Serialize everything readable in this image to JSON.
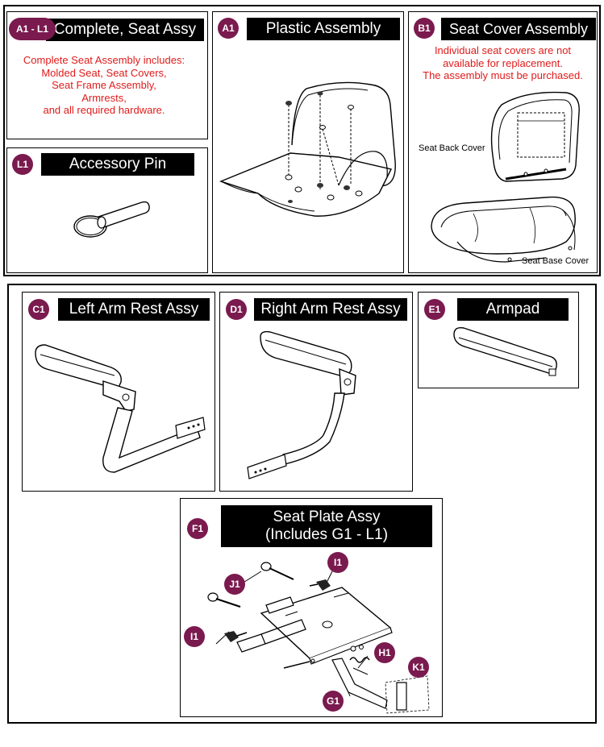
{
  "panels": {
    "complete": {
      "badge": "A1 - L1",
      "title": "Complete, Seat Assy",
      "notes": [
        "Complete Seat Assembly includes:",
        "Molded Seat, Seat Covers,",
        "Seat Frame Assembly,",
        "Armrests,",
        "and all required hardware."
      ]
    },
    "accessory_pin": {
      "badge": "L1",
      "title": "Accessory Pin"
    },
    "plastic": {
      "badge": "A1",
      "title": "Plastic Assembly"
    },
    "seat_cover": {
      "badge": "B1",
      "title": "Seat Cover Assembly",
      "notes": [
        "Individual seat covers are not",
        "available for replacement.",
        "The assembly must be purchased."
      ],
      "back_caption": "Seat Back Cover",
      "base_caption": "Seat Base Cover"
    },
    "left_arm": {
      "badge": "C1",
      "title": "Left Arm Rest Assy"
    },
    "right_arm": {
      "badge": "D1",
      "title": "Right Arm Rest Assy"
    },
    "armpad": {
      "badge": "E1",
      "title": "Armpad"
    },
    "seat_plate": {
      "badge": "F1",
      "title_line1": "Seat Plate Assy",
      "title_line2": "(Includes G1 - L1)",
      "callouts": {
        "i1_top": "I1",
        "j1": "J1",
        "i1_left": "I1",
        "h1": "H1",
        "k1": "K1",
        "g1": "G1"
      }
    }
  },
  "colors": {
    "badge": "#7a1a4e",
    "note_text": "#e01b1b",
    "title_bar": "#000000"
  }
}
